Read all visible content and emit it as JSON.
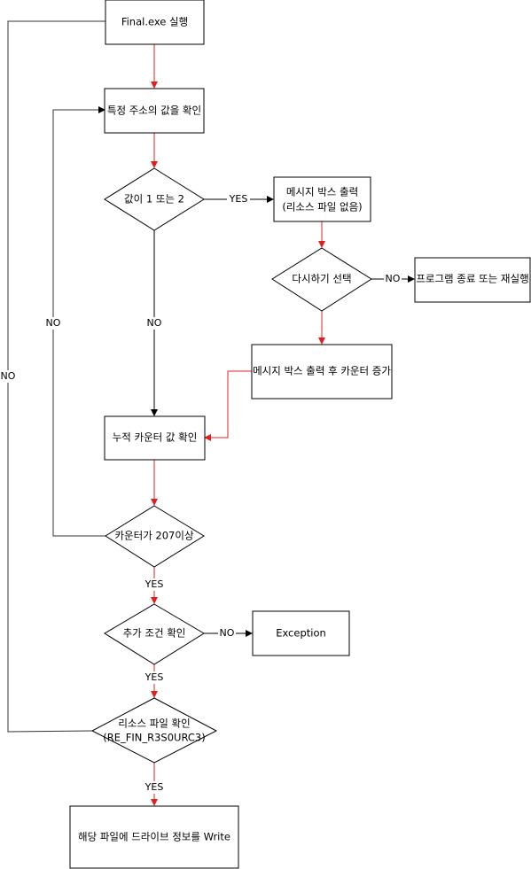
{
  "nodes": {
    "start": {
      "text": [
        "Final.exe 실행"
      ]
    },
    "check_value": {
      "text": [
        "특정 주소의 값을 확인"
      ]
    },
    "decision_value": {
      "text": [
        "값이 1 또는 2"
      ]
    },
    "msgbox_nofile": {
      "text": [
        "메시지 박스 출력",
        "(리소스 파일 없음)"
      ]
    },
    "decision_retry": {
      "text": [
        "다시하기 선택"
      ]
    },
    "exit_or_rerun": {
      "text": [
        "프로그램 종료 또는 재실행"
      ]
    },
    "msgbox_counter": {
      "text": [
        "메시지 박스 출력 후 카운터 증가"
      ]
    },
    "check_counter": {
      "text": [
        "누적 카운터 값 확인"
      ]
    },
    "decision_counter": {
      "text": [
        "카운터가 207이상"
      ]
    },
    "decision_extra": {
      "text": [
        "추가 조건 확인"
      ]
    },
    "exception": {
      "text": [
        "Exception"
      ]
    },
    "decision_resource": {
      "text": [
        "리소스 파일 확인",
        "(RE_FIN_R3S0URC3)"
      ]
    },
    "write": {
      "text": [
        "해당 파일에 드라이브 정보를 Write"
      ]
    }
  },
  "edge_labels": {
    "yes_value": "YES",
    "no_value": "NO",
    "no_retry": "NO",
    "no_counter_loop": "NO",
    "no_resource_loop": "NO",
    "yes_counter": "YES",
    "no_extra": "NO",
    "yes_extra": "YES",
    "yes_resource": "YES"
  },
  "colors": {
    "flow_red": "#e02020",
    "line_black": "#000000",
    "loop_gray": "#333333"
  }
}
